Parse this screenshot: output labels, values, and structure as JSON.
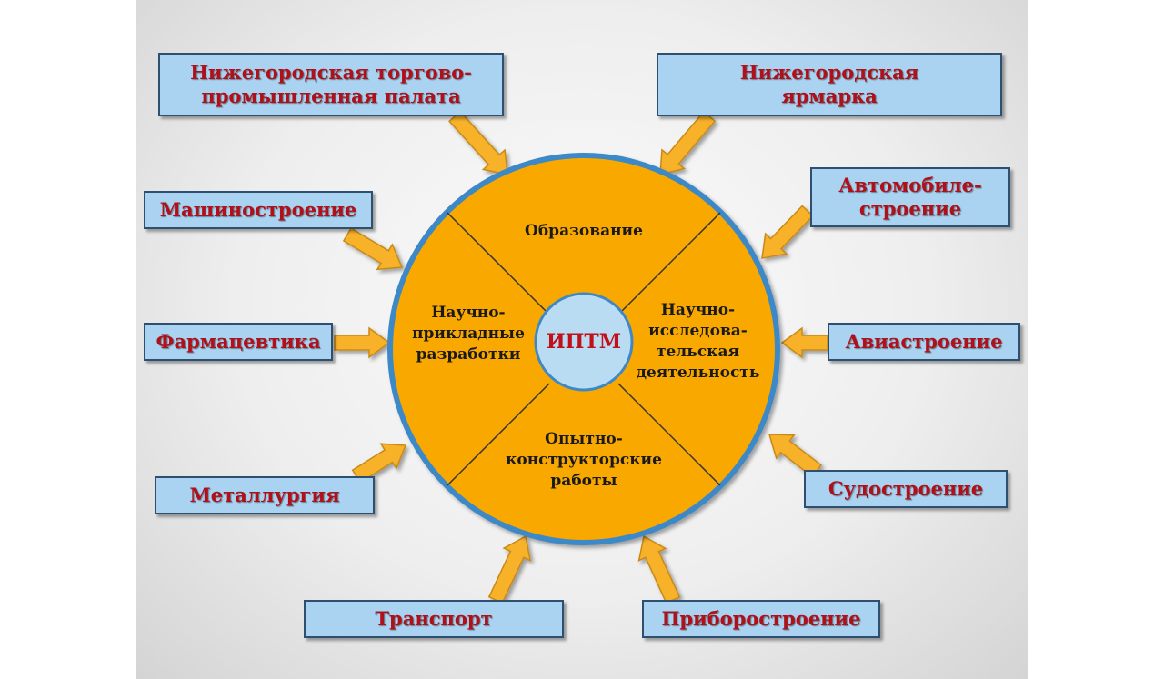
{
  "colors": {
    "box_fill": "#a9d3f1",
    "box_border": "#2e4f70",
    "box_text": "#b01019",
    "circle_fill": "#f9a800",
    "circle_border": "#3e88c6",
    "center_fill": "#b9dcf3",
    "arrow_fill": "#f8b22b",
    "arrow_stroke": "#c88a17"
  },
  "center": {
    "label": "ИПТМ"
  },
  "segments": {
    "top": "Образование",
    "right": "Научно-\nисследова-\nтельская\nдеятельность",
    "bottom": "Опытно-\nконструкторские\nработы",
    "left": "Научно-\nприкладные\nразработки"
  },
  "boxes": {
    "chamber": "Нижегородская торгово-\nпромышленная палата",
    "fair": "Нижегородская\nярмарка",
    "mechanical": "Машиностроение",
    "automotive": "Автомобиле-\nстроение",
    "pharma": "Фармацевтика",
    "aviation": "Авиастроение",
    "metallurgy": "Металлургия",
    "shipbuilding": "Судостроение",
    "transport": "Транспорт",
    "instruments": "Приборостроение"
  }
}
